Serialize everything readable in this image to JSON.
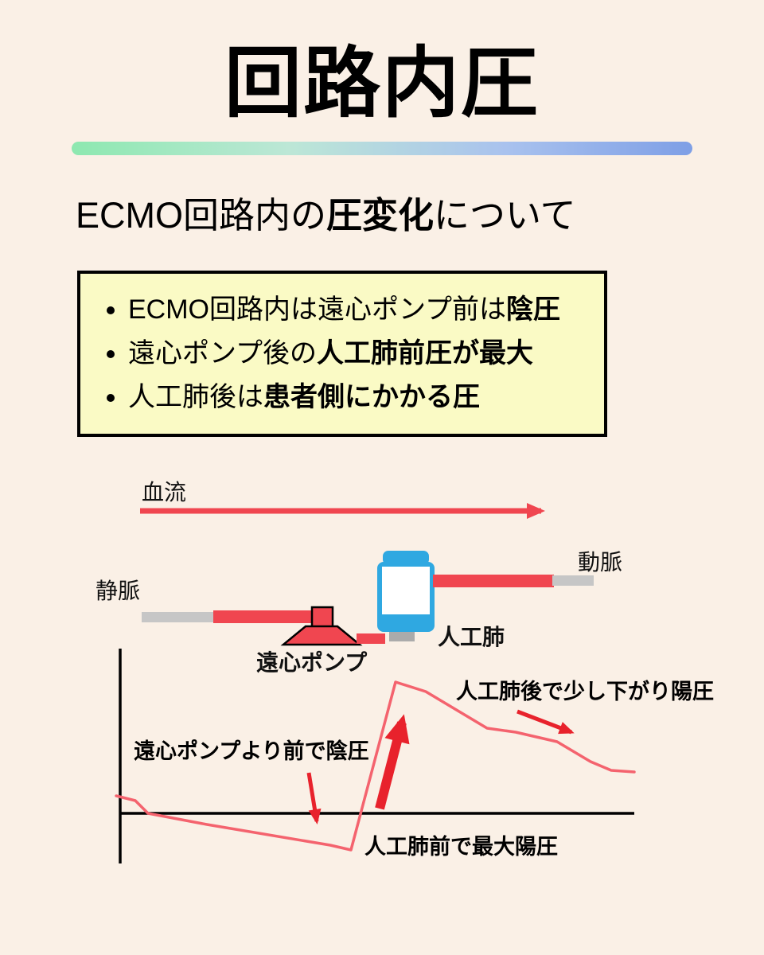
{
  "page": {
    "title": "回路内圧",
    "subtitle": {
      "pre": "ECMO回路内の",
      "bold": "圧変化",
      "post": "について"
    }
  },
  "info_box": {
    "bullets": [
      {
        "pre": "ECMO回路内は遠心ポンプ前は",
        "bold": "陰圧"
      },
      {
        "pre": "遠心ポンプ後の",
        "bold": "人工肺前圧が最大"
      },
      {
        "pre": "人工肺後は",
        "bold": "患者側にかかる圧"
      }
    ]
  },
  "diagram": {
    "flow_label": "血流",
    "vein_label": "静脈",
    "artery_label": "動脈",
    "pump_label": "遠心ポンプ",
    "oxygenator_label": "人工肺"
  },
  "graph": {
    "annotations": {
      "before_pump": "遠心ポンプより前で陰圧",
      "before_oxygenator": "人工肺前で最大陽圧",
      "after_oxygenator": "人工肺後で少し下がり陽圧"
    },
    "description": "circuit pressure curve: slightly positive before axis, negative before pump, sharp rise to maximum before oxygenator, stepwise decline after oxygenator remaining positive"
  },
  "colors": {
    "background": "#FAF0E6",
    "box_bg": "#FAFAC5",
    "tube_red": "#F04650",
    "arrow_red": "#E8222C",
    "curve_red": "#F4636E",
    "oxygenator_blue": "#2FA8E1",
    "tube_gray": "#C6C6C6",
    "gradient_start": "#8DE8B0",
    "gradient_end": "#7E9FE6"
  }
}
